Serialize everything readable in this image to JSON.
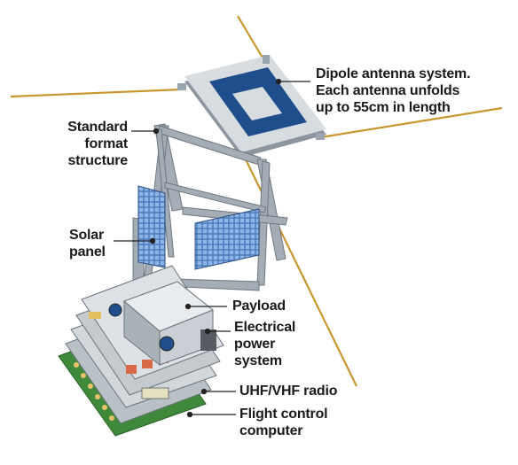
{
  "labels": {
    "antenna": [
      "Dipole antenna system.",
      "Each antenna unfolds",
      "up to 55cm in length"
    ],
    "structure": [
      "Standard",
      "format",
      "structure"
    ],
    "solar": [
      "Solar",
      "panel"
    ],
    "payload": [
      "Payload"
    ],
    "eps": [
      "Electrical",
      "power",
      "system"
    ],
    "radio": [
      "UHF/VHF radio"
    ],
    "fcc": [
      "Flight control",
      "computer"
    ]
  },
  "colors": {
    "antenna_wire": "#c8962e",
    "frame": "#9aa4ae",
    "panel": "#1f4e8c",
    "solar_cell": "#6f9fd8",
    "board_green": "#4f9a4a",
    "board_grey": "#b5bcc3",
    "leader": "#222222"
  }
}
